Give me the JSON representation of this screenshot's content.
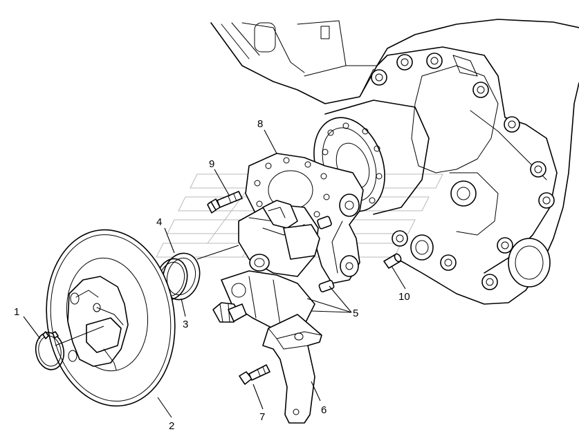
{
  "callouts": [
    {
      "id": "1",
      "label": "1"
    },
    {
      "id": "2",
      "label": "2"
    },
    {
      "id": "3",
      "label": "3"
    },
    {
      "id": "4",
      "label": "4"
    },
    {
      "id": "5",
      "label": "5"
    },
    {
      "id": "6",
      "label": "6"
    },
    {
      "id": "7",
      "label": "7"
    },
    {
      "id": "8",
      "label": "8"
    },
    {
      "id": "9",
      "label": "9"
    },
    {
      "id": "10",
      "label": "10"
    }
  ],
  "colors": {
    "line": "#000000",
    "background": "#ffffff",
    "watermark": "#b8b8b8"
  }
}
